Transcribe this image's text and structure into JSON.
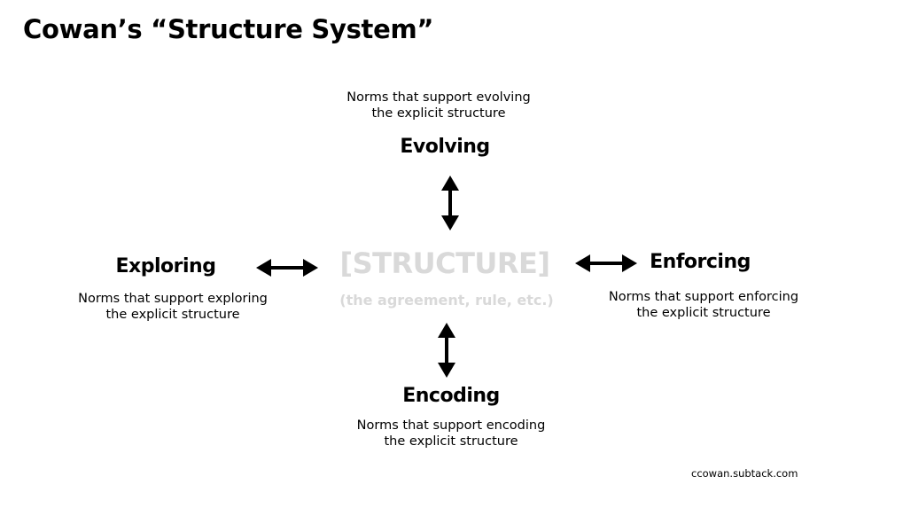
{
  "title": "Cowan’s “Structure System”",
  "center": {
    "label": "[STRUCTURE]",
    "sublabel": "(the agreement, rule, etc.)",
    "color": "#d9d9d9"
  },
  "nodes": {
    "evolving": {
      "heading": "Evolving",
      "desc_line1": "Norms that support evolving",
      "desc_line2": "the explicit structure"
    },
    "exploring": {
      "heading": "Exploring",
      "desc_line1": "Norms that support exploring",
      "desc_line2": "the explicit structure"
    },
    "enforcing": {
      "heading": "Enforcing",
      "desc_line1": "Norms that support enforcing",
      "desc_line2": "the explicit structure"
    },
    "encoding": {
      "heading": "Encoding",
      "desc_line1": "Norms that support encoding",
      "desc_line2": "the explicit structure"
    }
  },
  "footer": "ccowan.subtack.com"
}
